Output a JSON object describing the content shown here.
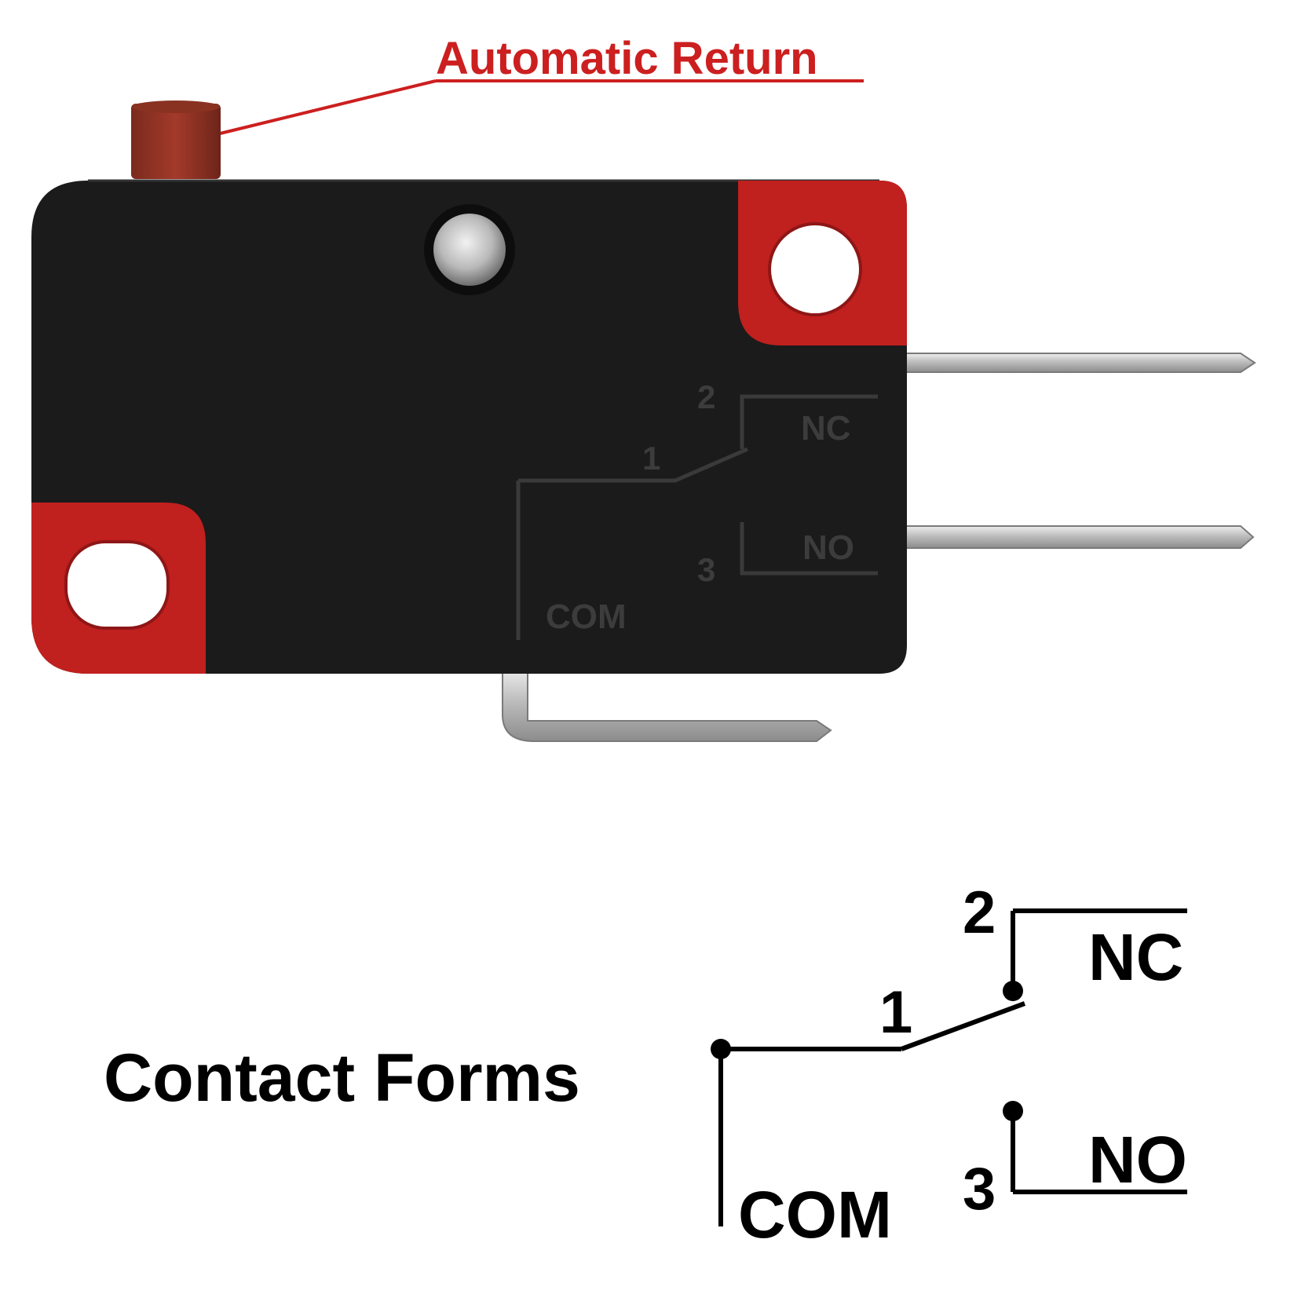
{
  "callout": {
    "text": "Automatic Return",
    "color": "#cc1f1f"
  },
  "switch_body": {
    "body_color": "#1b1b1b",
    "accent_color": "#c0201e",
    "terminal_color": "#c9c9c9",
    "markings": {
      "num_2": "2",
      "num_1": "1",
      "num_3": "3",
      "nc": "NC",
      "no": "NO",
      "com": "COM"
    }
  },
  "contact_forms": {
    "title": "Contact Forms",
    "num_2": "2",
    "num_1": "1",
    "num_3": "3",
    "nc": "NC",
    "no": "NO",
    "com": "COM"
  },
  "icons": [
    "mounting-hole-icon",
    "rivet-icon",
    "actuator-plunger-icon"
  ]
}
